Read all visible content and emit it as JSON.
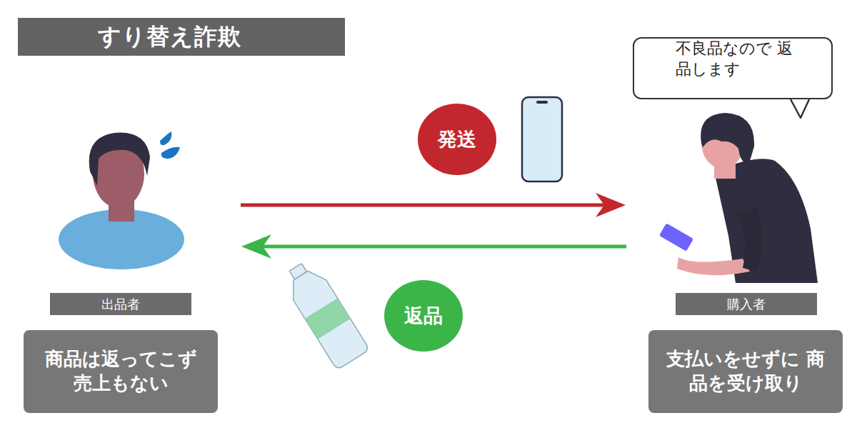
{
  "diagram": {
    "title": "すり替え詐欺",
    "nodes": [
      {
        "text": [
          "不良品なので 返品します"
        ]
      },
      {
        "text": [
          "発送"
        ]
      },
      {
        "text": [
          "返品"
        ]
      },
      {
        "text": [
          "出品者"
        ]
      },
      {
        "text": [
          "購入者"
        ]
      },
      {
        "text": [
          "商品は返ってこず 売上もない"
        ]
      },
      {
        "text": [
          "支払いをせずに 商品を受け取り"
        ]
      }
    ]
  }
}
